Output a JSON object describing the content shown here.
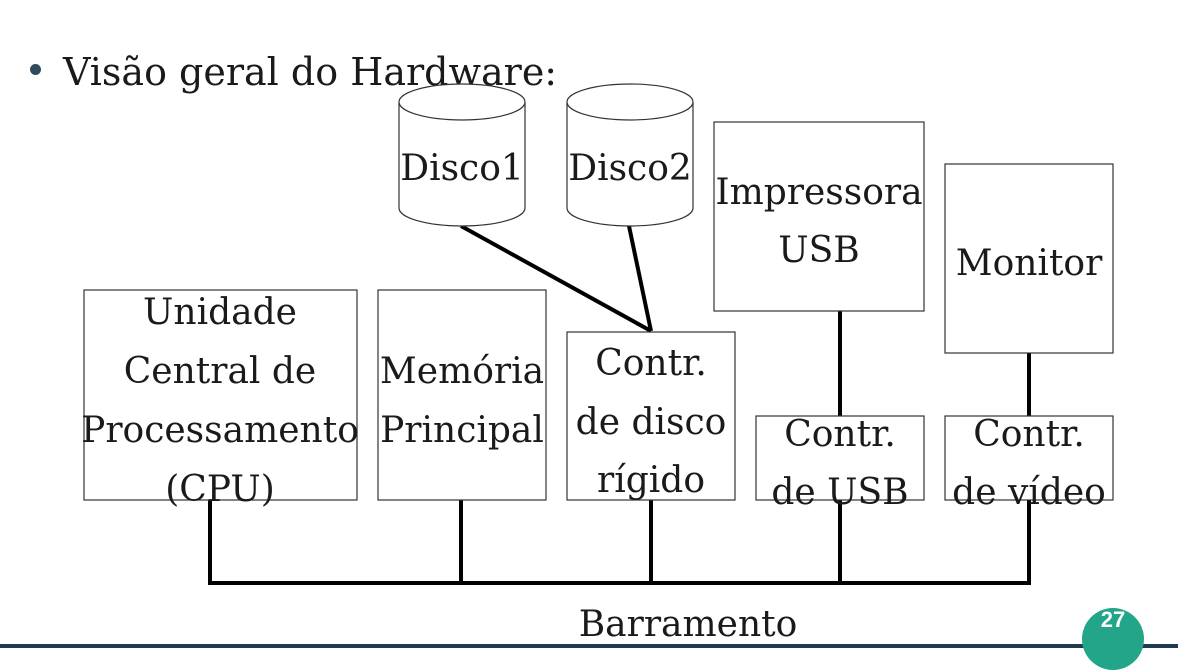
{
  "slide": {
    "heading": "Visão geral do Hardware:",
    "page_number": "27"
  },
  "diagram": {
    "disks": [
      {
        "label": "Disco1"
      },
      {
        "label": "Disco2"
      }
    ],
    "boxes": {
      "cpu": {
        "lines": [
          "Unidade",
          "Central de",
          "Processamento",
          "(CPU)"
        ]
      },
      "memory": {
        "lines": [
          "Memória",
          "Principal"
        ]
      },
      "disk_controller": {
        "lines": [
          "Contr.",
          "de disco",
          "rígido"
        ]
      },
      "usb_controller": {
        "lines": [
          "Contr.",
          "de USB"
        ]
      },
      "video_controller": {
        "lines": [
          "Contr.",
          "de vídeo"
        ]
      },
      "printer": {
        "lines": [
          "Impressora",
          "USB"
        ]
      },
      "monitor": {
        "lines": [
          "Monitor"
        ]
      }
    },
    "bus_label": "Barramento"
  }
}
